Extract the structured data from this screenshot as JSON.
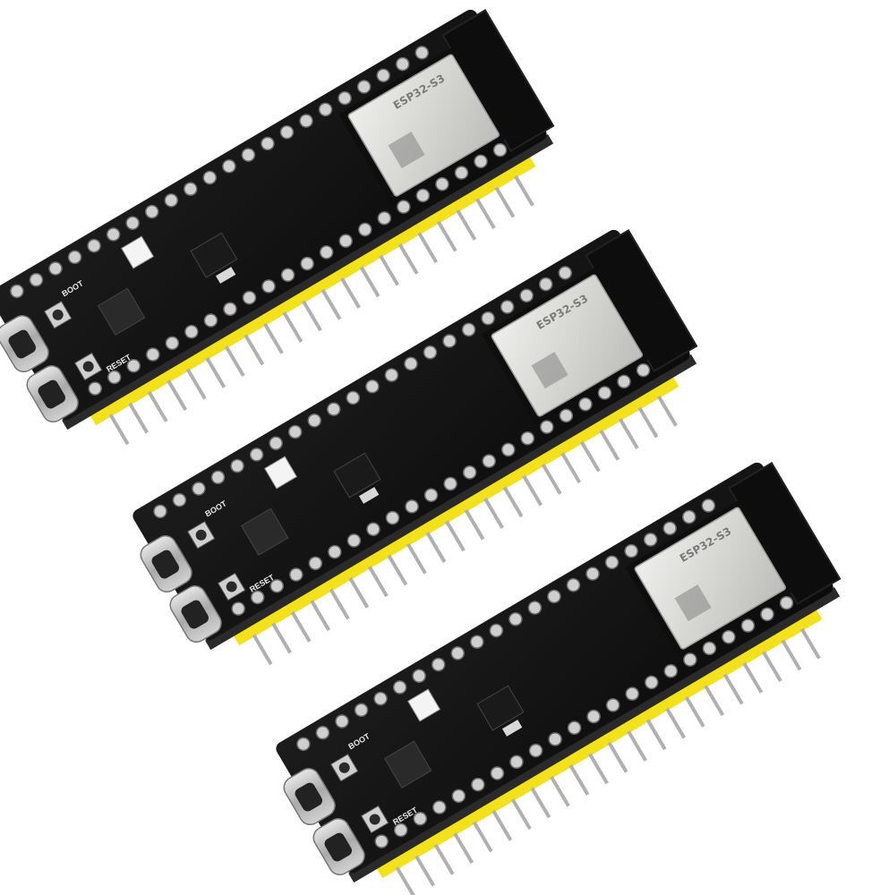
{
  "boards": [
    {
      "boot_label": "BOOT",
      "reset_label": "RESET",
      "module_label": "ESP32-S3"
    },
    {
      "boot_label": "BOOT",
      "reset_label": "RESET",
      "module_label": "ESP32-S3"
    },
    {
      "boot_label": "BOOT",
      "reset_label": "RESET",
      "module_label": "ESP32-S3"
    }
  ],
  "colors": {
    "background": "#ffffff",
    "pcb": "#141414",
    "header_plastic": "#f2e11b",
    "pin_metal": "#b8b8b8",
    "module_shield": "#d9d9d6",
    "antenna": "#0d0d0d",
    "usb_c_metal": "#c4c4c4",
    "led_white": "#f4f4f4"
  }
}
